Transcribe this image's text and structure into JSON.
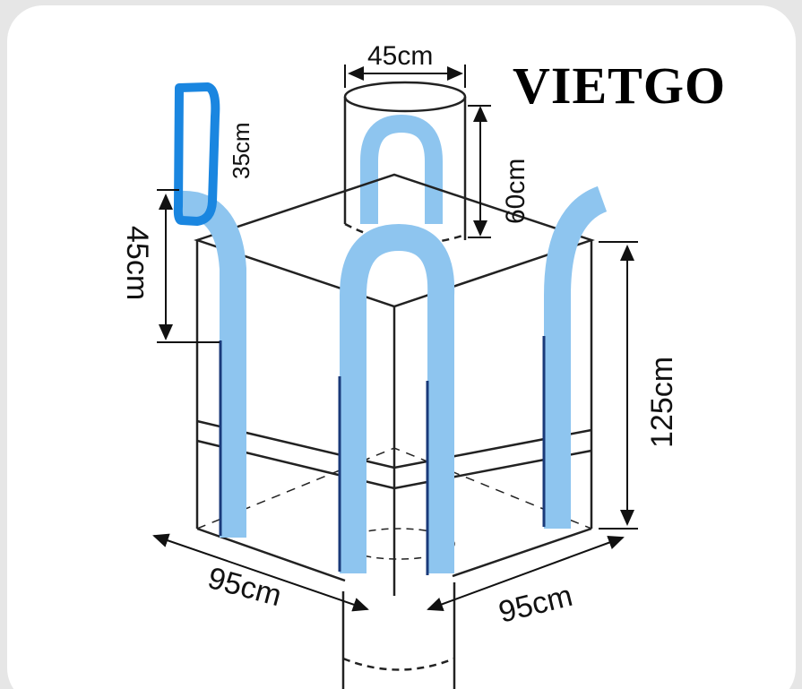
{
  "brand": "VIETGO",
  "dimensions": {
    "top_spout_diameter": "45cm",
    "loop_height": "35cm",
    "top_spout_height": "60cm",
    "loop_strap_length": "45cm",
    "bag_height": "125cm",
    "bag_width_left": "95cm",
    "bag_width_right": "95cm"
  },
  "colors": {
    "strap": "#8ec5ef",
    "loop_highlight": "#1a86e0",
    "line": "#222222"
  }
}
